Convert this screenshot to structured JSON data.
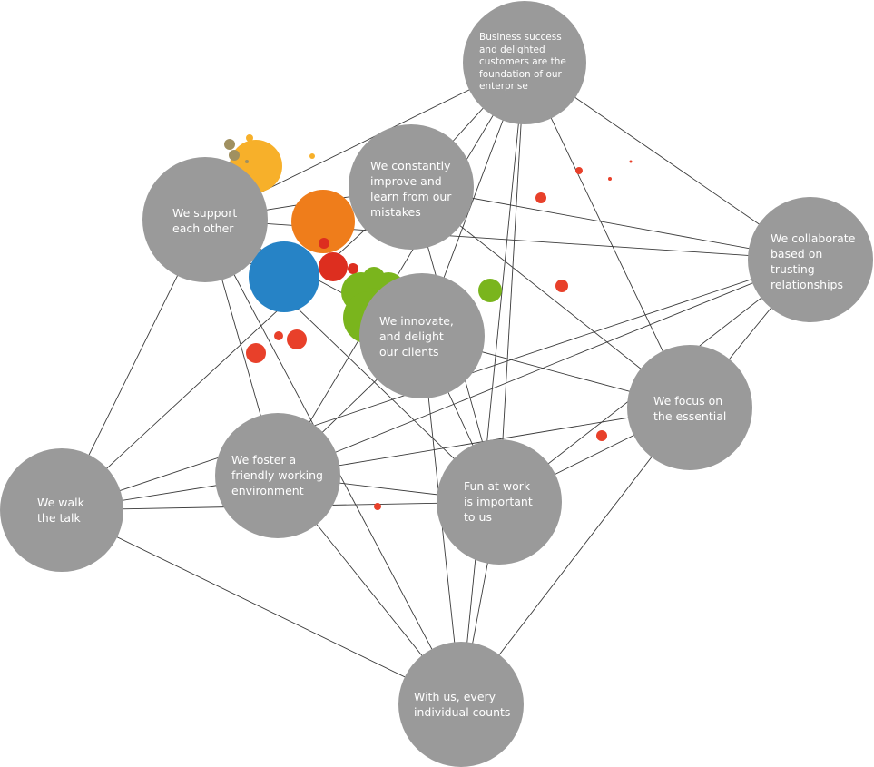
{
  "colors": {
    "node_fill": "#9a9a9a",
    "edge_stroke": "#3a3a3a",
    "label_text": "#ffffff",
    "background": "#ffffff"
  },
  "nodes": [
    {
      "id": "business",
      "label": "Business success\nand delighted\ncustomers are the\nfoundation of our\nenterprise"
    },
    {
      "id": "improve",
      "label": "We constantly\nimprove and\nlearn from our\nmistakes"
    },
    {
      "id": "support",
      "label": "We support\neach other"
    },
    {
      "id": "collaborate",
      "label": "We collaborate\nbased on\ntrusting\nrelationships"
    },
    {
      "id": "innovate",
      "label": "We innovate,\nand delight\nour clients"
    },
    {
      "id": "focus",
      "label": "We focus on\nthe essential"
    },
    {
      "id": "walk",
      "label": "We walk\nthe talk"
    },
    {
      "id": "foster",
      "label": "We foster a\nfriendly working\nenvironment"
    },
    {
      "id": "fun",
      "label": "Fun at work\nis important\nto us"
    },
    {
      "id": "individual",
      "label": "With us, every\nindividual counts"
    }
  ],
  "edges": [
    [
      "business",
      "support"
    ],
    [
      "business",
      "improve"
    ],
    [
      "business",
      "innovate"
    ],
    [
      "business",
      "foster"
    ],
    [
      "business",
      "fun"
    ],
    [
      "business",
      "focus"
    ],
    [
      "business",
      "collaborate"
    ],
    [
      "business",
      "individual"
    ],
    [
      "improve",
      "support"
    ],
    [
      "improve",
      "collaborate"
    ],
    [
      "improve",
      "fun"
    ],
    [
      "improve",
      "walk"
    ],
    [
      "improve",
      "focus"
    ],
    [
      "support",
      "collaborate"
    ],
    [
      "support",
      "walk"
    ],
    [
      "support",
      "foster"
    ],
    [
      "support",
      "fun"
    ],
    [
      "support",
      "individual"
    ],
    [
      "support",
      "innovate"
    ],
    [
      "collaborate",
      "walk"
    ],
    [
      "collaborate",
      "foster"
    ],
    [
      "collaborate",
      "focus"
    ],
    [
      "collaborate",
      "fun"
    ],
    [
      "innovate",
      "focus"
    ],
    [
      "innovate",
      "fun"
    ],
    [
      "innovate",
      "individual"
    ],
    [
      "innovate",
      "foster"
    ],
    [
      "focus",
      "foster"
    ],
    [
      "focus",
      "fun"
    ],
    [
      "focus",
      "individual"
    ],
    [
      "walk",
      "foster"
    ],
    [
      "walk",
      "fun"
    ],
    [
      "walk",
      "individual"
    ],
    [
      "foster",
      "fun"
    ],
    [
      "foster",
      "individual"
    ],
    [
      "fun",
      "individual"
    ]
  ],
  "decor_dot_colors": [
    "#f7b02a",
    "#ef7d1b",
    "#2683c6",
    "#dd2e1f",
    "#7ab51d",
    "#e8402a",
    "#a09060"
  ]
}
